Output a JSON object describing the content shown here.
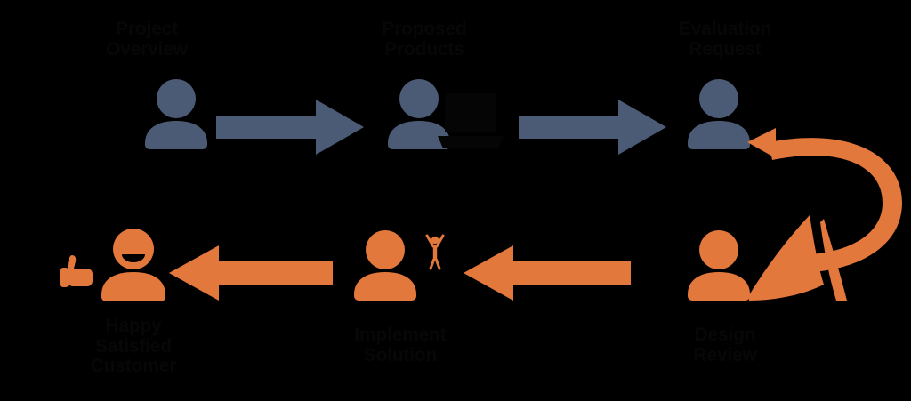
{
  "diagram": {
    "title": "Customer feedback process flow",
    "background_color": "#000000",
    "palette": {
      "blue": "#4C5B75",
      "orange": "#E2783B",
      "text": "#070707"
    },
    "rows": [
      {
        "id": "top-row",
        "direction": "left-to-right",
        "color": "#4C5B75",
        "nodes": [
          {
            "id": "node-1",
            "icon": "person-icon",
            "label": "Project\nOverview"
          },
          {
            "id": "node-2",
            "icon": "person-icon",
            "secondary_icon": "laptop-icon",
            "label": "Proposed\nProducts"
          },
          {
            "id": "node-3",
            "icon": "person-icon",
            "label": "Evaluation\nRequest"
          }
        ],
        "arrows": [
          {
            "id": "arrow-1",
            "type": "straight-arrow-right"
          },
          {
            "id": "arrow-2",
            "type": "straight-arrow-right"
          }
        ]
      },
      {
        "id": "bottom-row",
        "direction": "right-to-left",
        "color": "#E2783B",
        "nodes": [
          {
            "id": "node-4",
            "icon": "person-icon",
            "secondary_icon": "sail-icon",
            "label": "Design\nReview"
          },
          {
            "id": "node-5",
            "icon": "person-icon",
            "secondary_icon": "person-arms-raised-icon",
            "label": "Implement\nSolution"
          },
          {
            "id": "node-6",
            "icon": "person-thumbs-up-icon",
            "label": "Happy\nSatisfied\nCustomer"
          }
        ],
        "arrows": [
          {
            "id": "arrow-3",
            "type": "straight-arrow-left"
          },
          {
            "id": "arrow-4",
            "type": "straight-arrow-left"
          }
        ]
      }
    ],
    "connector": {
      "id": "curved-connector",
      "type": "curved-arrow",
      "color": "#E2783B",
      "from": "node-4",
      "to": "node-3",
      "direction": "counter-clockwise"
    }
  }
}
